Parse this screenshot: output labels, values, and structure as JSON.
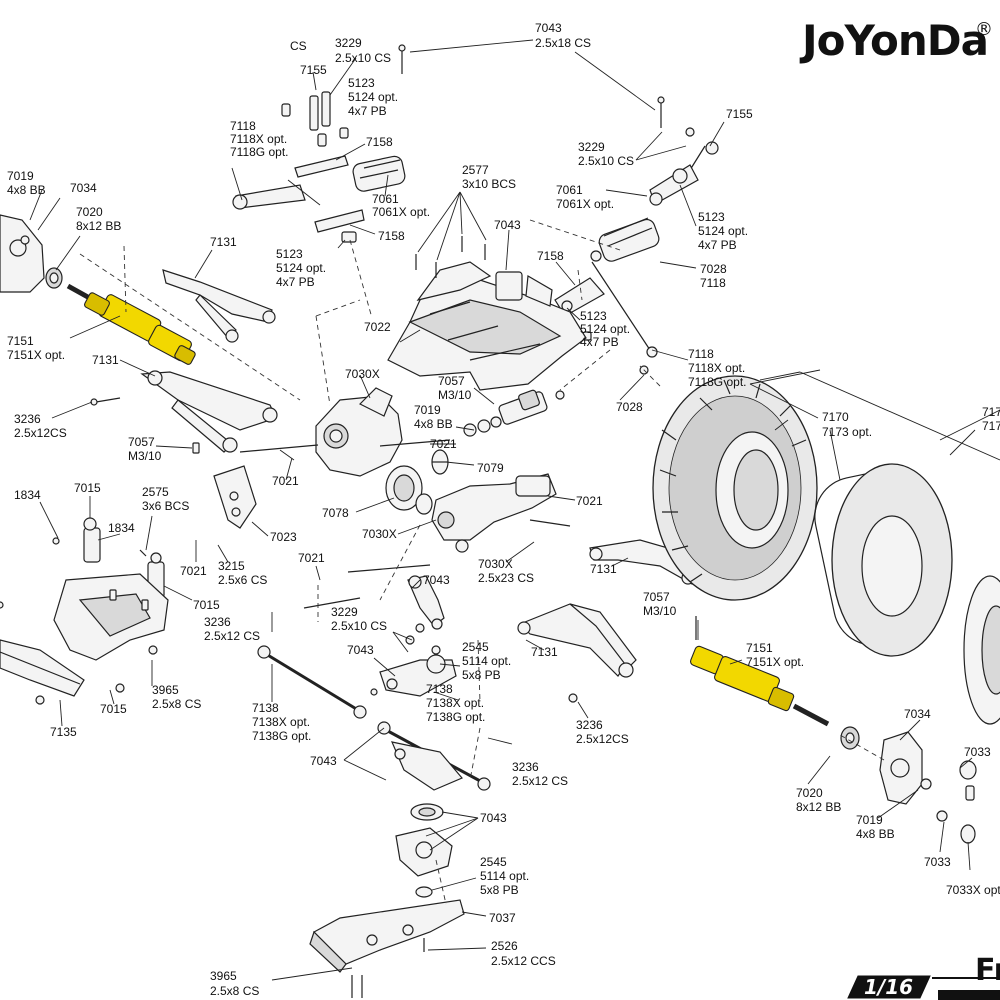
{
  "brand": {
    "name": "JoYonDa",
    "mark": "®"
  },
  "logo_text": "1/16",
  "corner_text": "Fr",
  "colors": {
    "highlight": "#f2d800",
    "line": "#222222",
    "background": "#ffffff"
  },
  "labels": [
    "CS",
    "3229",
    "2.5x10 CS",
    "7155",
    "5123",
    "5124 opt.",
    "4x7 PB",
    "7043",
    "2.5x18 CS",
    "7155",
    "7118",
    "7118X opt.",
    "7118G opt.",
    "7158",
    "3229",
    "2.5x10 CS",
    "7019",
    "4x8 BB",
    "7034",
    "7020",
    "8x12 BB",
    "2577",
    "3x10 BCS",
    "7061",
    "7061X opt.",
    "7158",
    "7061",
    "7061X opt.",
    "5123",
    "5124 opt.",
    "4x7 PB",
    "7131",
    "5123",
    "5124 opt.",
    "4x7 PB",
    "7043",
    "7158",
    "7028",
    "7118",
    "7151",
    "7151X opt.",
    "7022",
    "5123",
    "5124 opt.",
    "4x7 PB",
    "7131",
    "7030X",
    "7057",
    "M3/10",
    "7118",
    "7118X opt.",
    "7118G opt.",
    "7028",
    "3236",
    "2.5x12CS",
    "7019",
    "4x8 BB",
    "7170",
    "7173 opt.",
    "717",
    "717",
    "7057",
    "M3/10",
    "7021",
    "7079",
    "7021",
    "1834",
    "7015",
    "2575",
    "3x6 BCS",
    "7078",
    "7021",
    "1834",
    "7030X",
    "7023",
    "7021",
    "3215",
    "2.5x6 CS",
    "7030X",
    "2.5x23 CS",
    "7131",
    "7021",
    "7015",
    "7043",
    "7057",
    "M3/10",
    "3236",
    "2.5x12 CS",
    "3229",
    "2.5x10 CS",
    "7131",
    "7043",
    "2545",
    "5114 opt.",
    "5x8 PB",
    "7151",
    "7151X opt.",
    "3965",
    "2.5x8 CS",
    "7138",
    "7138X opt.",
    "7138G opt.",
    "7015",
    "7135",
    "7138",
    "7138X opt.",
    "7138G opt.",
    "3236",
    "2.5x12CS",
    "7034",
    "7043",
    "3236",
    "2.5x12 CS",
    "7033",
    "7020",
    "8x12 BB",
    "7043",
    "7019",
    "4x8 BB",
    "7033",
    "2545",
    "5114 opt.",
    "5x8 PB",
    "7033X opt",
    "7037",
    "2526",
    "2.5x12 CCS",
    "3965",
    "2.5x8 CS"
  ]
}
